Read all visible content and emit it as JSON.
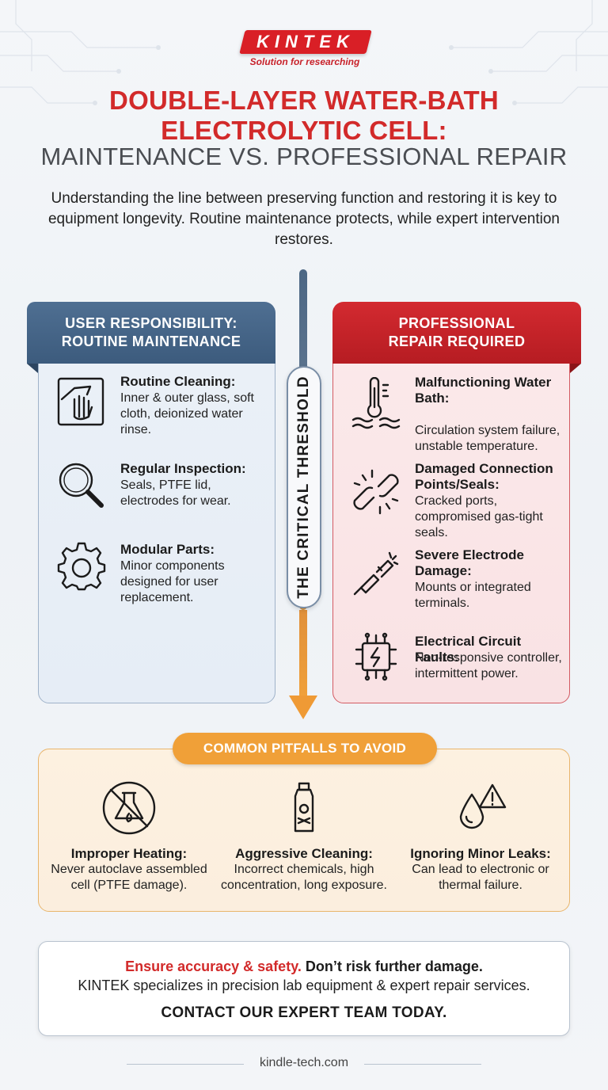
{
  "brand": {
    "logo_text": "KINTEK",
    "tagline": "Solution for researching"
  },
  "header": {
    "title_line1": "DOUBLE-LAYER WATER-BATH",
    "title_line2": "ELECTROLYTIC CELL:",
    "subtitle": "MAINTENANCE VS. PROFESSIONAL REPAIR",
    "intro": "Understanding the line between preserving function and restoring it is key to equipment longevity. Routine maintenance protects, while expert intervention restores."
  },
  "user_panel": {
    "heading_line1": "USER RESPONSIBILITY:",
    "heading_line2": "ROUTINE MAINTENANCE",
    "items": [
      {
        "icon": "cleaning-hand-icon",
        "title": "Routine Cleaning:",
        "desc": "Inner & outer glass, soft cloth, deionized water rinse."
      },
      {
        "icon": "magnifier-icon",
        "title": "Regular Inspection:",
        "desc": "Seals, PTFE lid, electrodes for wear."
      },
      {
        "icon": "gear-icon",
        "title": "Modular Parts:",
        "desc": "Minor components designed for user replacement."
      }
    ]
  },
  "threshold": {
    "label": "THE CRITICAL THRESHOLD"
  },
  "pro_panel": {
    "heading_line1": "PROFESSIONAL",
    "heading_line2": "REPAIR REQUIRED",
    "items": [
      {
        "icon": "thermometer-water-icon",
        "title": "Malfunctioning Water Bath:",
        "desc": "Circulation system failure, unstable temperature."
      },
      {
        "icon": "broken-link-icon",
        "title": "Damaged Connection Points/Seals:",
        "desc": "Cracked ports, compromised gas-tight seals."
      },
      {
        "icon": "broken-electrode-icon",
        "title": "Severe Electrode Damage:",
        "desc": "Mounts or integrated terminals."
      },
      {
        "icon": "circuit-chip-icon",
        "title": "Electrical Circuit Faults:",
        "desc": "Non-responsive controller, intermittent power."
      }
    ]
  },
  "pitfalls": {
    "heading": "COMMON PITFALLS TO AVOID",
    "items": [
      {
        "icon": "no-heating-icon",
        "title": "Improper Heating:",
        "desc": "Never autoclave assembled cell (PTFE damage)."
      },
      {
        "icon": "poison-bottle-icon",
        "title": "Aggressive Cleaning:",
        "desc": "Incorrect chemicals, high concentration, long exposure."
      },
      {
        "icon": "leak-warning-icon",
        "title": "Ignoring Minor Leaks:",
        "desc": "Can lead to electronic or thermal failure."
      }
    ]
  },
  "cta": {
    "highlight": "Ensure accuracy & safety.",
    "line1_rest": " Don’t risk further damage.",
    "line2": "KINTEK specializes in precision lab equipment & expert repair services.",
    "line3": "CONTACT OUR EXPERT TEAM TODAY."
  },
  "footer": {
    "url": "kindle-tech.com"
  },
  "colors": {
    "brand_red": "#d22a2a",
    "user_blue": "#3c5b7d",
    "pitfall_orange": "#f0a038"
  }
}
